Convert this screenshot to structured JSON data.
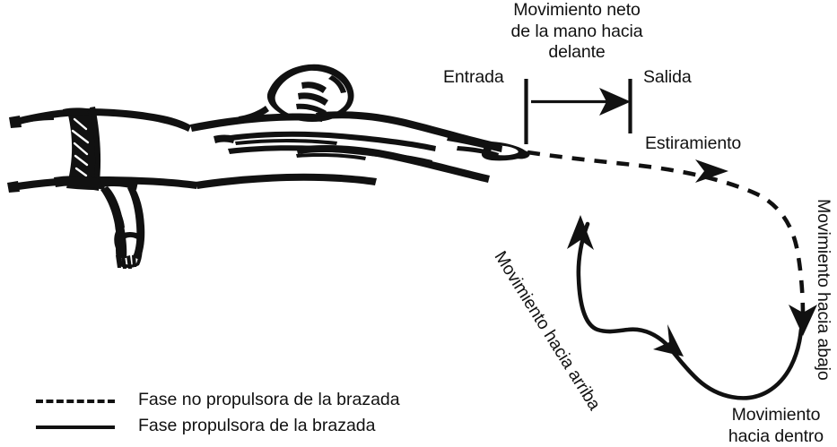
{
  "figure": {
    "title_top": "Movimiento neto de la mano hacia delante",
    "title_top_lines": [
      "Movimiento",
      "neto de la",
      "mano hacia",
      "delante"
    ],
    "background_color": "#ffffff",
    "ink_color": "#111111"
  },
  "labels": {
    "entrada": "Entrada",
    "salida": "Salida",
    "estiramiento": "Estiramiento",
    "movimiento_hacia_arriba": "Movimiento hacia arriba",
    "movimiento_hacia_abajo": "Movimiento hacia abajo",
    "movimiento_hacia_dentro": "Movimiento\nhacia dentro",
    "movimiento_hacia_dentro_lines": [
      "Movimiento",
      "hacia dentro"
    ]
  },
  "legend": {
    "items": [
      {
        "style": "dashed",
        "label": "Fase no propulsora de la brazada"
      },
      {
        "style": "solid",
        "label": "Fase propulsora de la brazada"
      }
    ]
  },
  "icons": {
    "swimmer": "swimmer-illustration",
    "net_arrow": "right-arrow-icon",
    "entry_tick": "vertical-tick-icon",
    "exit_tick": "vertical-tick-icon",
    "stretch_arrow": "right-arrow-icon",
    "down_arrow": "down-arrow-icon",
    "up_arrow": "up-arrow-icon",
    "in_arrow": "up-left-arrow-icon"
  }
}
